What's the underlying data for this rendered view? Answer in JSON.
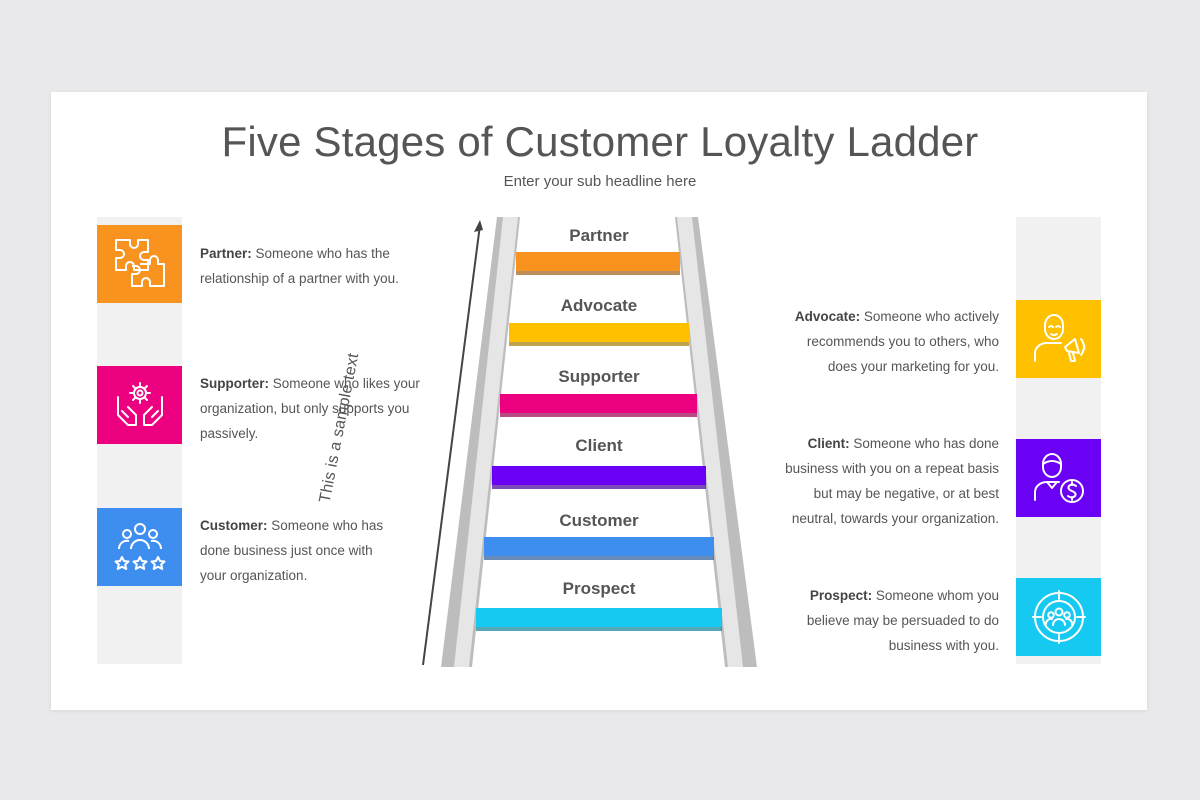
{
  "title": "Five Stages of Customer Loyalty Ladder",
  "subtitle": "Enter your sub headline here",
  "side_text": "This is a sample text",
  "rungs": [
    {
      "label": "Partner",
      "color": "#f7931e"
    },
    {
      "label": "Advocate",
      "color": "#ffc000"
    },
    {
      "label": "Supporter",
      "color": "#ec007f"
    },
    {
      "label": "Client",
      "color": "#6a00f4"
    },
    {
      "label": "Customer",
      "color": "#3e8ef0"
    },
    {
      "label": "Prospect",
      "color": "#15c9f0"
    }
  ],
  "left_items": [
    {
      "name": "Partner:",
      "text": "Someone who has the relationship of a partner with you.",
      "icon": "puzzle-icon",
      "color": "#f7931e"
    },
    {
      "name": "Supporter:",
      "text": "Someone who likes your organization, but only supports you passively.",
      "icon": "hands-gear-icon",
      "color": "#ec007f"
    },
    {
      "name": "Customer:",
      "text": "Someone who has done business just once with your organization.",
      "icon": "group-stars-icon",
      "color": "#3e8ef0"
    }
  ],
  "right_items": [
    {
      "name": "Advocate:",
      "text": "Someone who actively recommends you to others, who does your marketing for you.",
      "icon": "megaphone-person-icon",
      "color": "#ffc000"
    },
    {
      "name": "Client:",
      "text": "Someone who has done business with you on a repeat basis but may be negative, or at best neutral, towards your organization.",
      "icon": "person-dollar-icon",
      "color": "#6a00f4"
    },
    {
      "name": "Prospect:",
      "text": "Someone whom you believe may be persuaded to do business with you.",
      "icon": "target-group-icon",
      "color": "#15c9f0"
    }
  ]
}
